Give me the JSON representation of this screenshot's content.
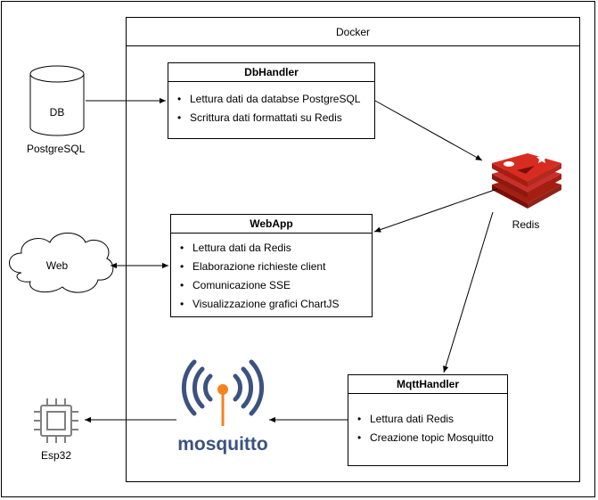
{
  "docker": {
    "title": "Docker"
  },
  "database": {
    "label": "DB",
    "caption": "PostgreSQL"
  },
  "web_cloud": {
    "label": "Web"
  },
  "redis": {
    "caption": "Redis"
  },
  "esp32": {
    "caption": "Esp32"
  },
  "mosquitto": {
    "wordmark": "mosquitto"
  },
  "dbhandler": {
    "title": "DbHandler",
    "items": [
      "Lettura dati da databse PostgreSQL",
      "Scrittura dati formattati su Redis"
    ]
  },
  "webapp": {
    "title": "WebApp",
    "items": [
      "Lettura dati da Redis",
      "Elaborazione richieste client",
      "Comunicazione SSE",
      "Visualizzazione grafici ChartJS"
    ]
  },
  "mqtthandler": {
    "title": "MqttHandler",
    "items": [
      "Lettura dati Redis",
      "Creazione topic Mosquitto"
    ]
  },
  "colors": {
    "redis_red": "#c9302c",
    "redis_dark": "#a41e11",
    "mosquitto_navy": "#3c5280",
    "mosquitto_orange": "#f5821f",
    "esp32_gray": "#808080"
  }
}
